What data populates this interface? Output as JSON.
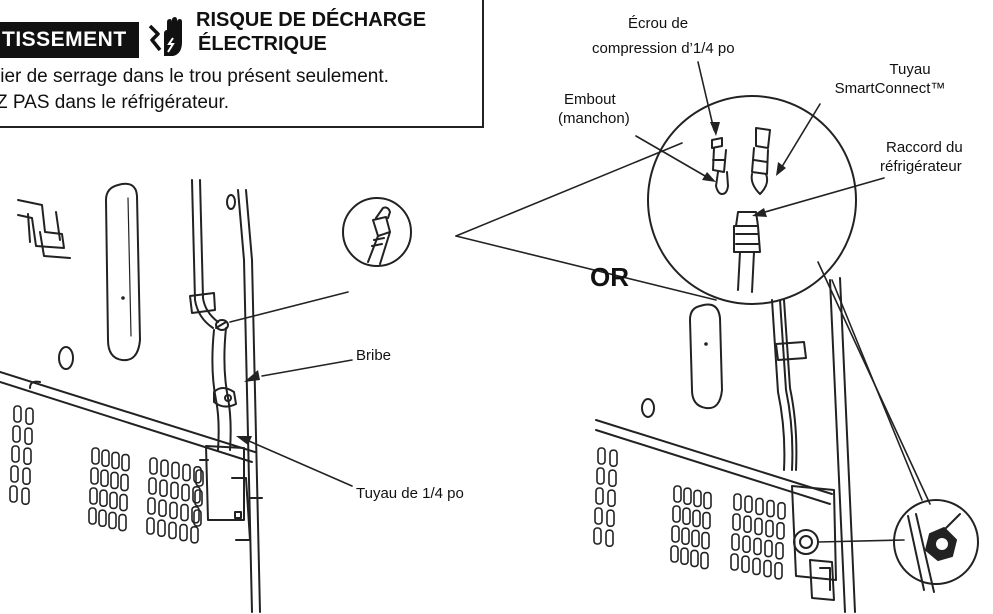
{
  "warning": {
    "tag": "TISSEMENT",
    "title_line1": "RISQUE DE DÉCHARGE",
    "title_line2": "ÉLECTRIQUE",
    "body_line1": "lier de serrage dans le trou présent seulement.",
    "body_line2": "Z PAS dans le réfrigérateur.",
    "icon": "electric-shock-hand-icon"
  },
  "labels": {
    "compression_nut_1": "Écrou de",
    "compression_nut_2": "compression d’1/4 po",
    "smartconnect_1": "Tuyau",
    "smartconnect_2": "SmartConnect™",
    "ferrule_1": "Embout",
    "ferrule_2": "(manchon)",
    "fridge_fitting_1": "Raccord du",
    "fridge_fitting_2": "réfrigérateur",
    "clamp": "Bribe",
    "tubing": "Tuyau de 1/4 po",
    "or": "OR"
  },
  "colors": {
    "line": "#222222",
    "warning_bg": "#111111",
    "warning_text": "#ffffff"
  }
}
